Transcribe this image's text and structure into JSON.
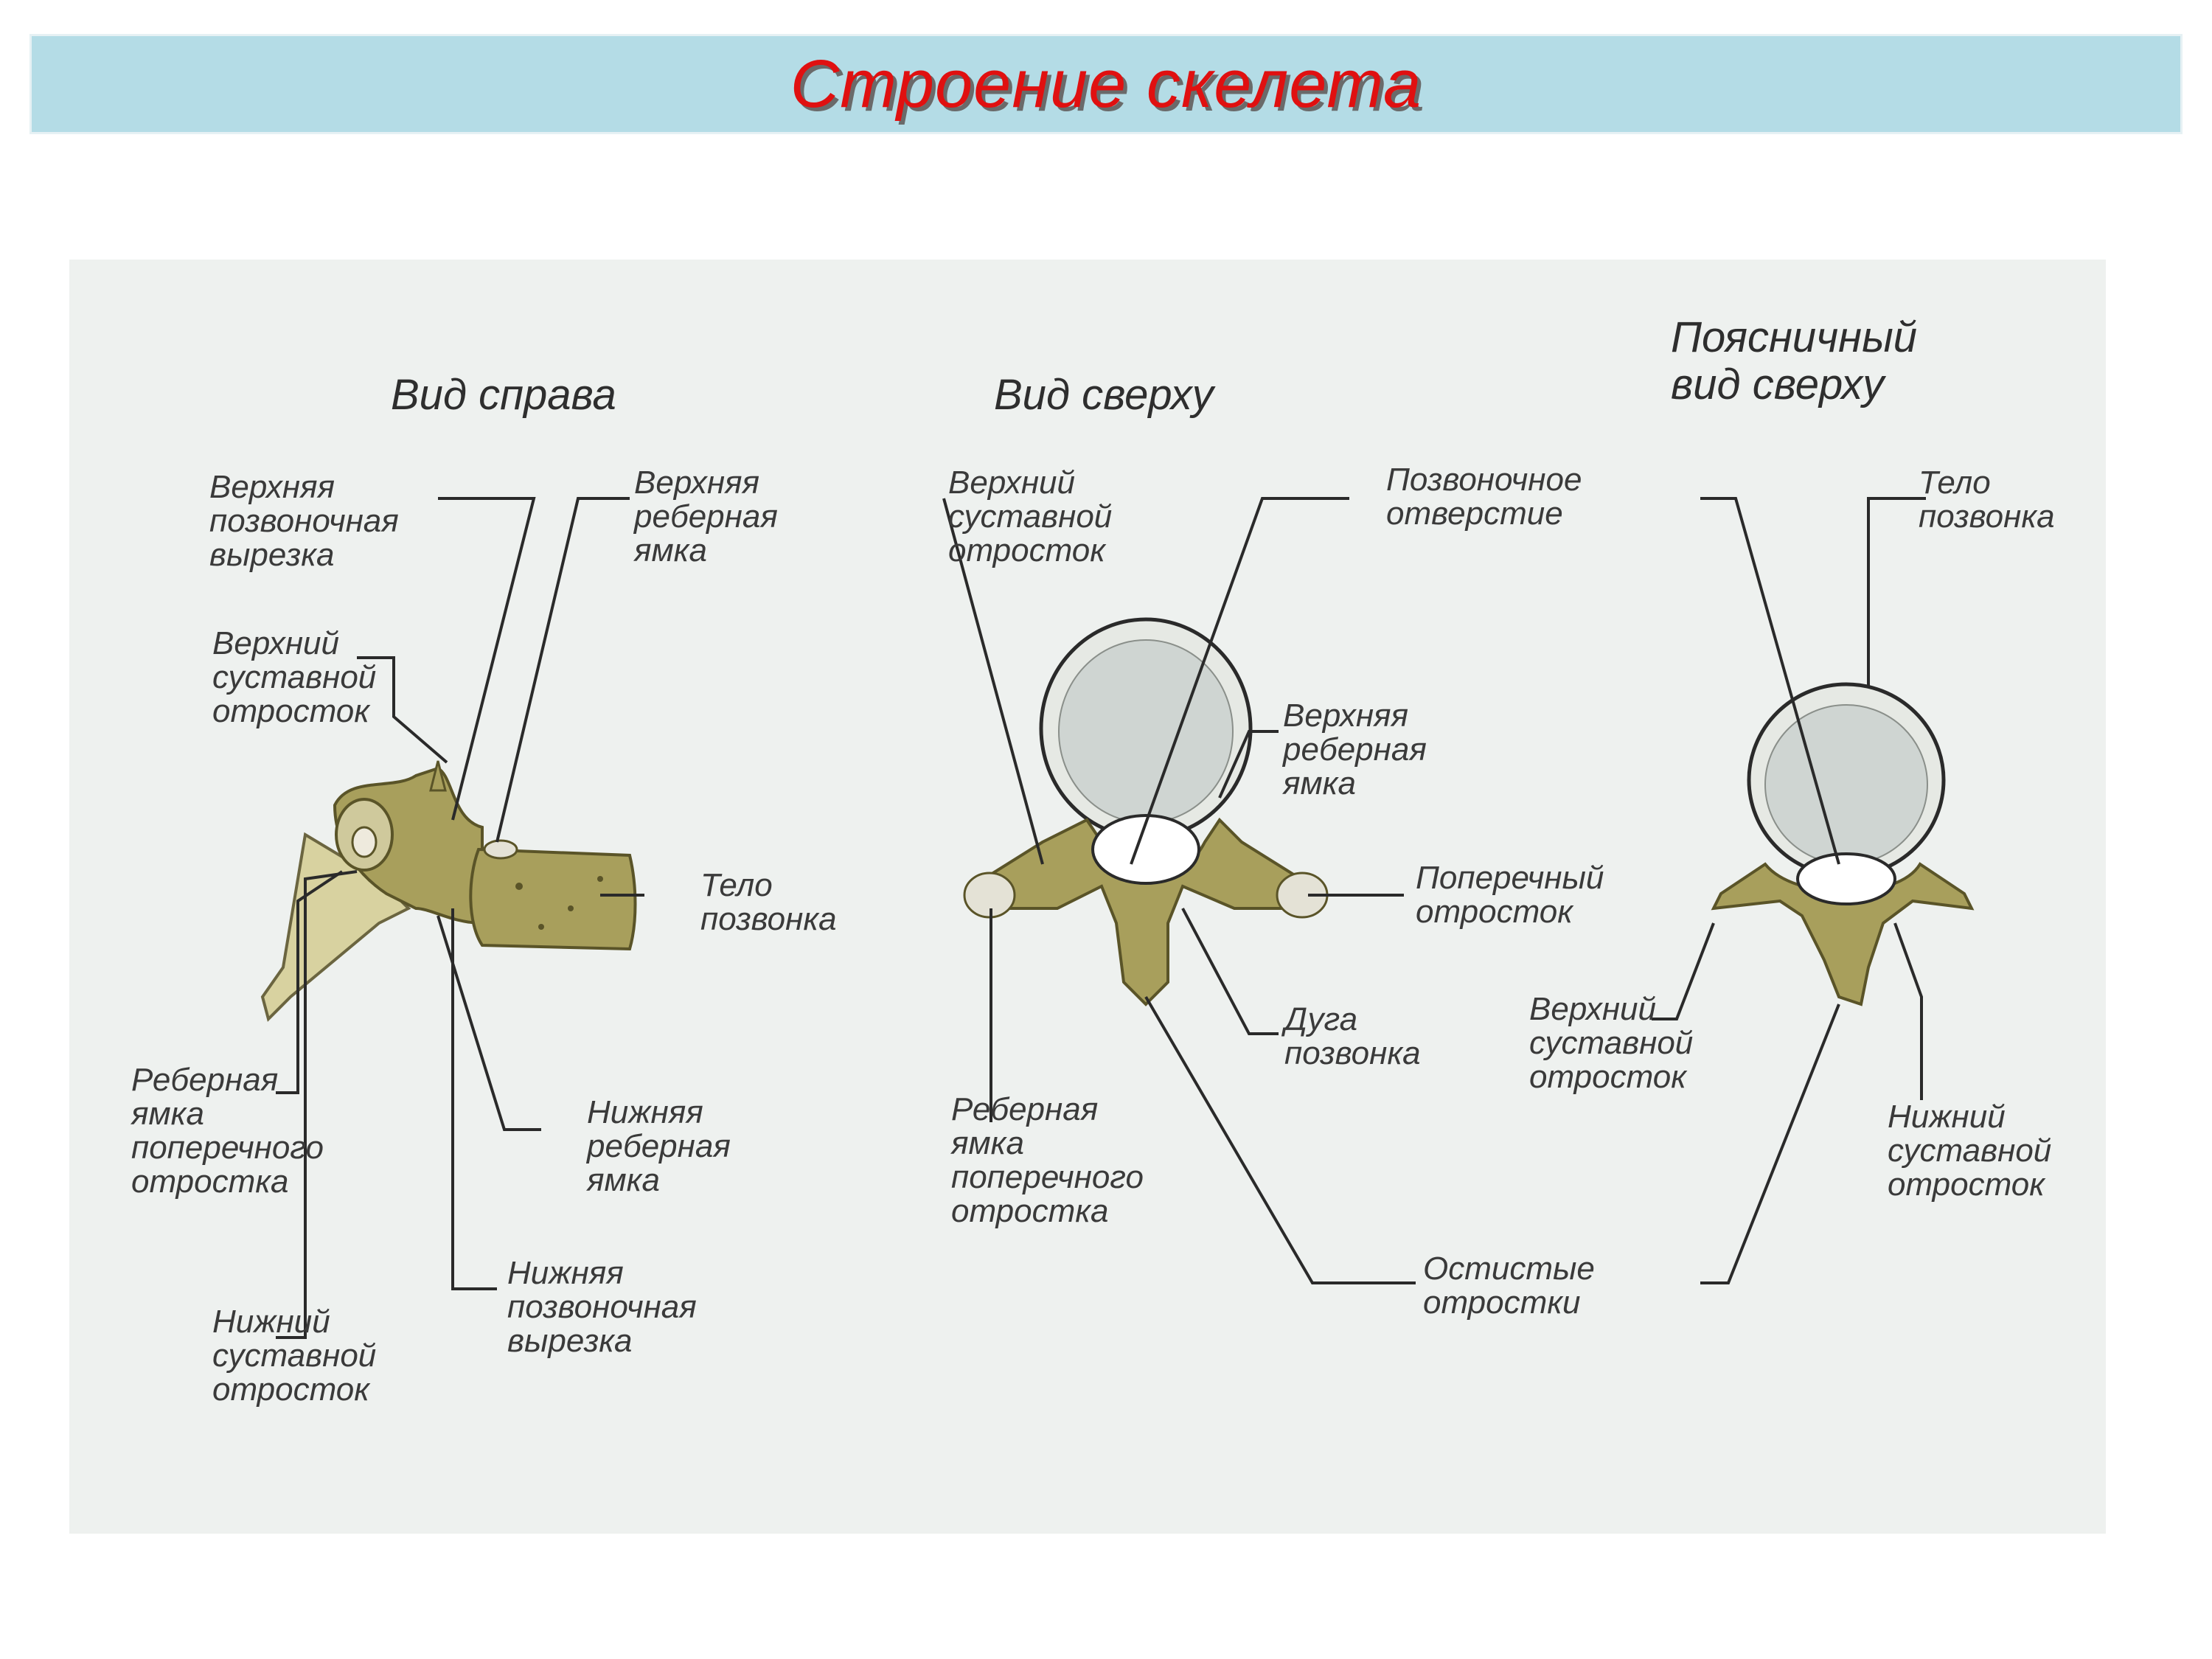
{
  "title": "Строение скелета",
  "headings": {
    "right_view": "Вид справа",
    "top_view": "Вид сверху",
    "lumbar_top_view": "Поясничный\nвид сверху"
  },
  "labels": {
    "right": {
      "upper_vertebral_notch": "Верхняя\nпозвоночная\nвырезка",
      "upper_costal_fovea": "Верхняя\nреберная\nямка",
      "superior_articular_process": "Верхний\nсуставной\nотросток",
      "vertebral_body": "Тело\nпозвонка",
      "transverse_costal_fovea": "Реберная\nямка\nпоперечного\nотростка",
      "lower_costal_fovea": "Нижняя\nреберная\nямка",
      "lower_vertebral_notch": "Нижняя\nпозвоночная\nвырезка",
      "inferior_articular_process": "Нижний\nсуставной\nотросток"
    },
    "top": {
      "superior_articular_process": "Верхний\nсуставной\nотросток",
      "vertebral_foramen": "Позвоночное\nотверстие",
      "upper_costal_fovea": "Верхняя\nреберная\nямка",
      "transverse_process": "Поперечный\nотросток",
      "vertebral_arch": "Дуга\nпозвонка",
      "transverse_costal_fovea": "Реберная\nямка\nпоперечного\nотростка",
      "spinous_processes": "Остистые\nотростки"
    },
    "lumbar": {
      "vertebral_body": "Тело\nпозвонка",
      "superior_articular_process": "Верхний\nсуставной\nотросток",
      "inferior_articular_process": "Нижний\nсуставной\nотросток"
    }
  },
  "colors": {
    "title_bar": "#b4dce6",
    "title_text": "#e01010",
    "figure_bg": "#eef1ef",
    "bone": "#a89f5c",
    "bone_dark": "#5a5428",
    "disc": "#d9dede"
  }
}
